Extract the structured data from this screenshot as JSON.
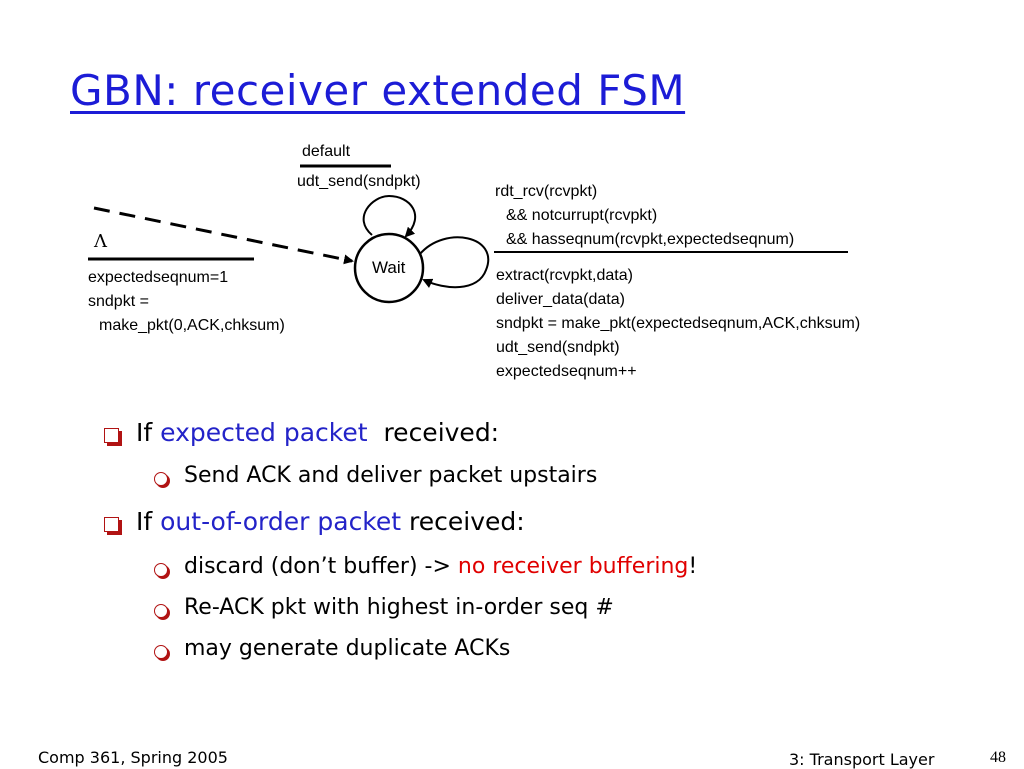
{
  "title": "GBN: receiver extended FSM",
  "fsm": {
    "state_label": "Wait",
    "self_loop_top": {
      "condition": "default",
      "action": "udt_send(sndpkt)"
    },
    "initial": {
      "condition": "Λ",
      "actions": [
        "expectedseqnum=1",
        "sndpkt =",
        "make_pkt(0,ACK,chksum)"
      ]
    },
    "self_loop_right": {
      "conditions": [
        "rdt_rcv(rcvpkt)",
        "&& notcurrupt(rcvpkt)",
        "&& hasseqnum(rcvpkt,expectedseqnum)"
      ],
      "actions": [
        "extract(rcvpkt,data)",
        "deliver_data(data)",
        "sndpkt = make_pkt(expectedseqnum,ACK,chksum)",
        "udt_send(sndpkt)",
        "expectedseqnum++"
      ]
    }
  },
  "bullets": [
    {
      "prefix": "If ",
      "highlight": "expected packet",
      "suffix": "  received:",
      "subs": [
        {
          "text": "Send ACK and deliver packet upstairs"
        }
      ]
    },
    {
      "prefix": "If ",
      "highlight": "out-of-order packet",
      "suffix": " received:",
      "subs": [
        {
          "text": "discard (don’t buffer) -> ",
          "red": "no receiver buffering",
          "after": "!"
        },
        {
          "text": "Re-ACK pkt with highest in-order seq #"
        },
        {
          "text": "may generate duplicate ACKs"
        }
      ]
    }
  ],
  "footer": {
    "left": "Comp 361, Spring 2005",
    "right": "3: Transport Layer",
    "page": "48"
  },
  "colors": {
    "title": "#1c1cd6",
    "highlight": "#2323c8",
    "emphasis": "#e00000",
    "bullet": "#b11313"
  }
}
